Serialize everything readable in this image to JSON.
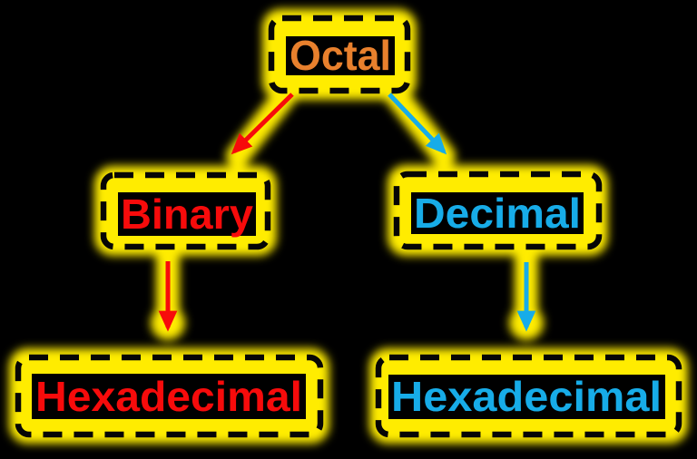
{
  "diagram": {
    "description": "Number system conversion flow diagram",
    "background": "#000000",
    "palette": {
      "glow": "#FFEC00",
      "border_dash": "#060606",
      "orange": "#E8802D",
      "red": "#F70B0B",
      "blue": "#17ACE8"
    },
    "nodes": [
      {
        "id": "octal",
        "label": "Octal",
        "text_color": "#E8802D"
      },
      {
        "id": "binary",
        "label": "Binary",
        "text_color": "#F70B0B"
      },
      {
        "id": "decimal",
        "label": "Decimal",
        "text_color": "#17ACE8"
      },
      {
        "id": "hexadecimal-left",
        "label": "Hexadecimal",
        "text_color": "#F70B0B"
      },
      {
        "id": "hexadecimal-right",
        "label": "Hexadecimal",
        "text_color": "#17ACE8"
      }
    ],
    "edges": [
      {
        "from": "Octal",
        "to": "Binary",
        "color": "#F70B0B",
        "direction": "down-left"
      },
      {
        "from": "Octal",
        "to": "Decimal",
        "color": "#17ACE8",
        "direction": "down-right"
      },
      {
        "from": "Binary",
        "to": "Hexadecimal",
        "color": "#F70B0B",
        "direction": "down"
      },
      {
        "from": "Decimal",
        "to": "Hexadecimal",
        "color": "#17ACE8",
        "direction": "down"
      }
    ]
  }
}
